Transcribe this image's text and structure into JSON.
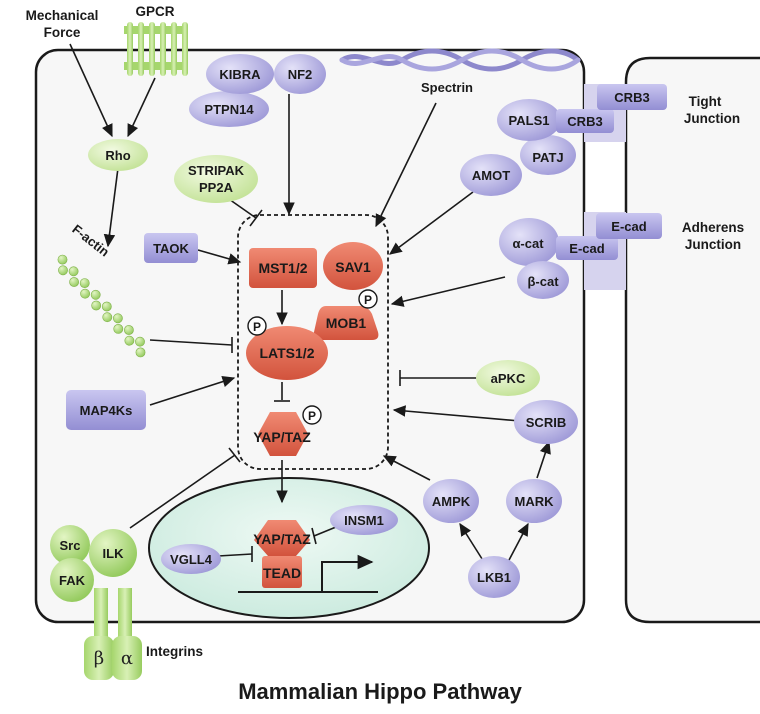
{
  "title": "Mammalian Hippo Pathway",
  "inputs": {
    "mechanical_force": [
      "Mechanical",
      "Force"
    ],
    "gpcr": "GPCR",
    "rho": "Rho",
    "f_actin": "F-actin",
    "stripak": [
      "STRIPAK",
      "PP2A"
    ],
    "taok": "TAOK",
    "map4ks": "MAP4Ks",
    "kibra": "KIBRA",
    "nf2": "NF2",
    "ptpn14": "PTPN14",
    "spectrin": "Spectrin",
    "amot": "AMOT",
    "pals1": "PALS1",
    "patj": "PATJ",
    "crb3_membrane": "CRB3",
    "crb3_cell": "CRB3",
    "a_cat": "α-cat",
    "b_cat": "β-cat",
    "ecad_cell": "E-cad",
    "ecad_membrane": "E-cad",
    "apkc": "aPKC",
    "scrib": "SCRIB",
    "mark": "MARK",
    "ampk": "AMPK",
    "lkb1": "LKB1"
  },
  "junctions": {
    "tight": [
      "Tight",
      "Junction"
    ],
    "adherens": [
      "Adherens",
      "Junction"
    ]
  },
  "core": {
    "mst": "MST1/2",
    "sav1": "SAV1",
    "mob1": "MOB1",
    "lats": "LATS1/2",
    "yap_taz": "YAP/TAZ",
    "phospho": "P"
  },
  "nucleus": {
    "yap_taz": "YAP/TAZ",
    "tead": "TEAD",
    "insm1": "INSM1",
    "vgll4": "VGLL4"
  },
  "integrin_complex": {
    "src": "Src",
    "fak": "FAK",
    "ilk": "ILK",
    "beta": "β",
    "alpha": "α",
    "integrins": "Integrins"
  },
  "colors": {
    "core_red": "#e06b55",
    "purple": "#a9a5de",
    "green": "#cde7a6",
    "nucleus_fill": "#d9f0e8"
  }
}
